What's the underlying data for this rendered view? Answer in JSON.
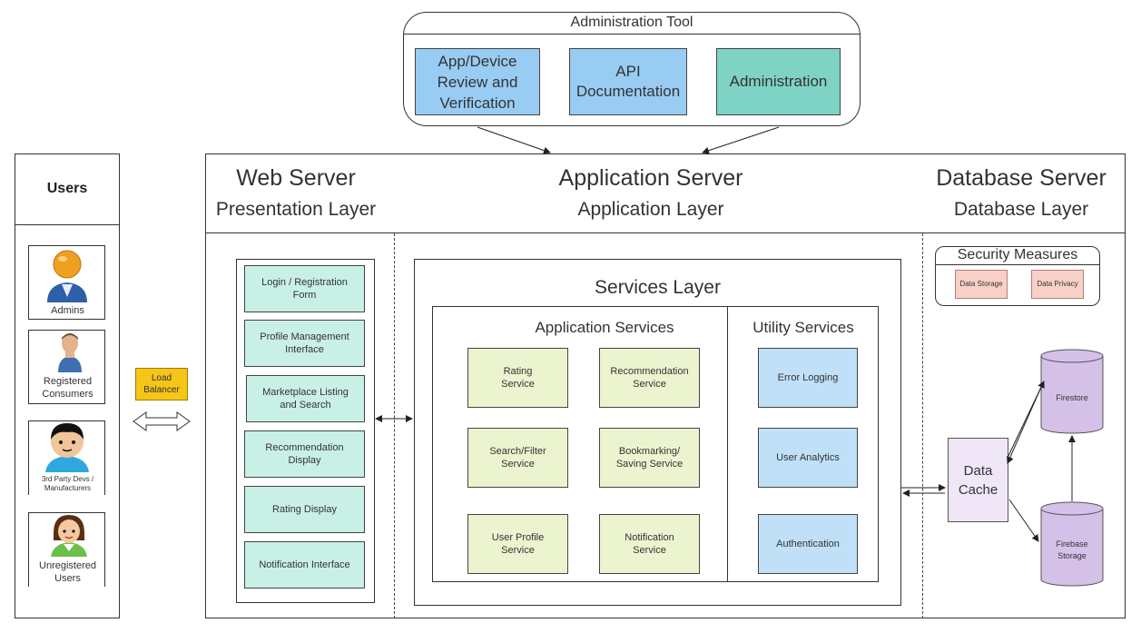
{
  "admin_tool": {
    "title": "Administration Tool",
    "items": [
      "App/Device Review and Verification",
      "API Documentation",
      "Administration"
    ]
  },
  "users": {
    "title": "Users",
    "list": [
      "Admins",
      "Registered Consumers",
      "3rd Party Devs / Manufacturers",
      "Unregistered Users"
    ]
  },
  "load_balancer": "Load Balancer",
  "servers": {
    "web": {
      "title": "Web Server",
      "layer": "Presentation Layer"
    },
    "app": {
      "title": "Application Server",
      "layer": "Application Layer"
    },
    "db": {
      "title": "Database Server",
      "layer": "Database Layer"
    }
  },
  "presentation": [
    "Login / Registration Form",
    "Profile Management Interface",
    "Marketplace Listing and Search",
    "Recommendation Display",
    "Rating Display",
    "Notification Interface"
  ],
  "services_layer": {
    "title": "Services Layer",
    "app_services_title": "Application Services",
    "app_services": [
      "Rating Service",
      "Recommendation Service",
      "Search/Filter Service",
      "Bookmarking/ Saving Service",
      "User Profile Service",
      "Notification Service"
    ],
    "utility_title": "Utility Services",
    "utility": [
      "Error Logging",
      "User Analytics",
      "Authentication"
    ]
  },
  "security": {
    "title": "Security Measures",
    "items": [
      "Data Storage",
      "Data Privacy"
    ]
  },
  "database": {
    "cache": "Data Cache",
    "firestore": "Firestore",
    "firebase_storage": "Firebase Storage"
  },
  "colors": {
    "presentation_fill": "#c9f0e6",
    "app_service_fill": "#ecf4cf",
    "utility_fill": "#bfe0f7",
    "admin_blue": "#98ccf3",
    "admin_green": "#7fd3c4",
    "load_balancer_fill": "#f5c518",
    "cache_fill": "#efe6f7",
    "db_fill": "#d5c0e8",
    "security_item_fill": "#f8d0c8"
  }
}
